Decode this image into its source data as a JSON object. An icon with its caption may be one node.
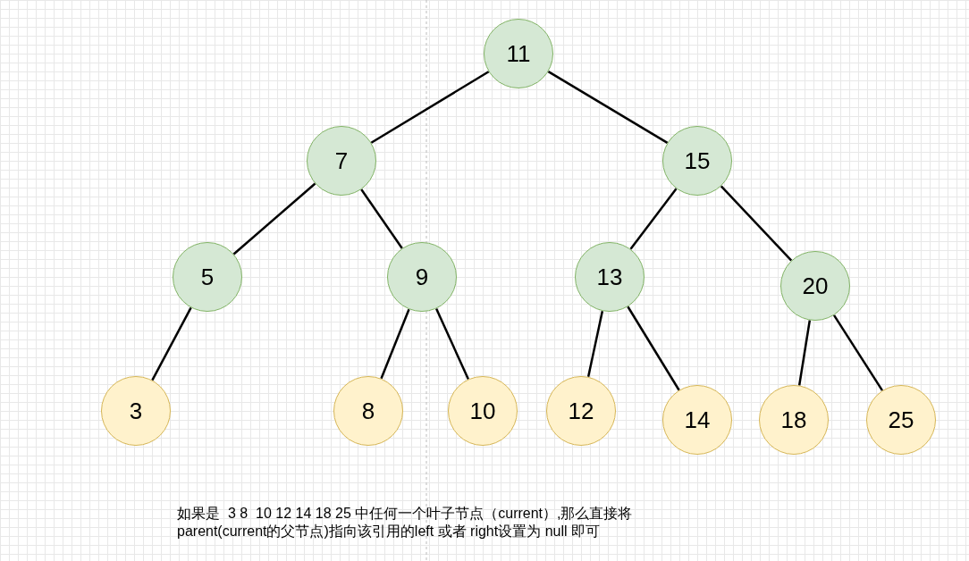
{
  "diagram": {
    "nodes": [
      {
        "text": [
          "11"
        ]
      },
      {
        "text": [
          "7"
        ]
      },
      {
        "text": [
          "15"
        ]
      },
      {
        "text": [
          "5"
        ]
      },
      {
        "text": [
          "9"
        ]
      },
      {
        "text": [
          "13"
        ]
      },
      {
        "text": [
          "20"
        ]
      },
      {
        "text": [
          "3"
        ]
      },
      {
        "text": [
          "8"
        ]
      },
      {
        "text": [
          "10"
        ]
      },
      {
        "text": [
          "12"
        ]
      },
      {
        "text": [
          "14"
        ]
      },
      {
        "text": [
          "18"
        ]
      },
      {
        "text": [
          "25"
        ]
      }
    ],
    "edges": [
      {
        "from": 0,
        "to": 1,
        "arrow": "none"
      },
      {
        "from": 0,
        "to": 2,
        "arrow": "none"
      },
      {
        "from": 1,
        "to": 3,
        "arrow": "none"
      },
      {
        "from": 1,
        "to": 4,
        "arrow": "none"
      },
      {
        "from": 2,
        "to": 5,
        "arrow": "none"
      },
      {
        "from": 2,
        "to": 6,
        "arrow": "none"
      },
      {
        "from": 3,
        "to": 7,
        "arrow": "none"
      },
      {
        "from": 4,
        "to": 8,
        "arrow": "none"
      },
      {
        "from": 4,
        "to": 9,
        "arrow": "none"
      },
      {
        "from": 5,
        "to": 10,
        "arrow": "none"
      },
      {
        "from": 5,
        "to": 11,
        "arrow": "none"
      },
      {
        "from": 6,
        "to": 12,
        "arrow": "none"
      },
      {
        "from": 6,
        "to": 13,
        "arrow": "none"
      }
    ],
    "labels": [
      "如果是  3 8  10 12 14 18 25 中任何一个叶子节点（current）,那么直接将parent(current的父节点)指向该引用的left 或者 right设置为 null 即可"
    ]
  }
}
